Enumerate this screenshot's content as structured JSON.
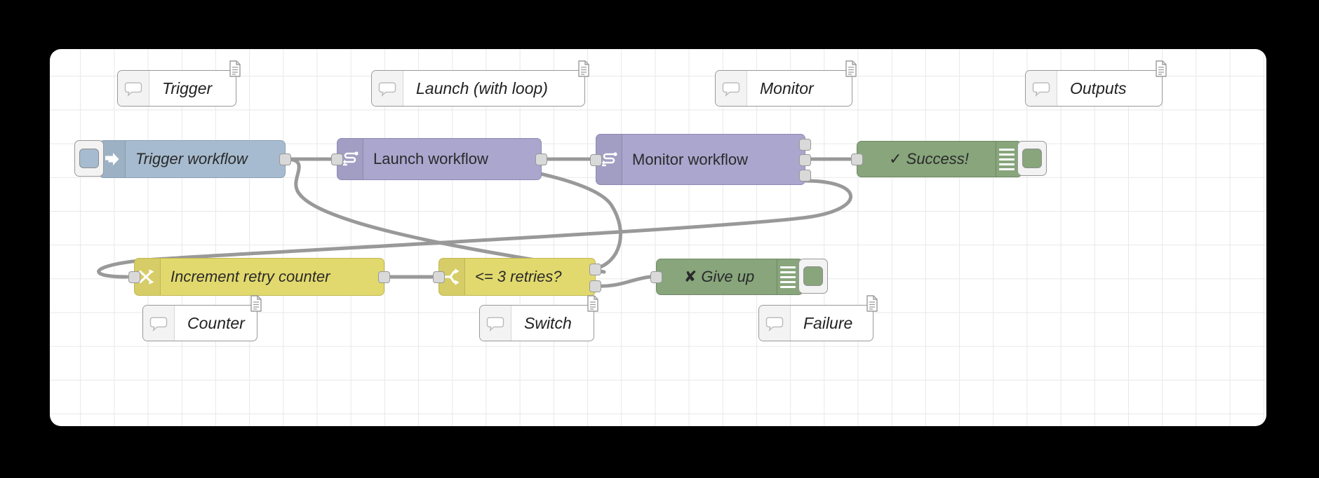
{
  "app": {
    "name": "Node-RED flow editor",
    "canvas_background": "#ffffff",
    "grid_color": "#e8e8e8",
    "wire_color": "#999999",
    "page_background": "#000000"
  },
  "palette": {
    "blue": "#a6bbcf",
    "purple": "#aaa6ce",
    "yellow": "#e2d96e",
    "green": "#88a57c",
    "port": "#d9d9d9",
    "border": "#999999"
  },
  "comments": [
    {
      "id": "comment-trigger",
      "label": "Trigger",
      "icon": "speech-bubble-icon"
    },
    {
      "id": "comment-launch",
      "label": "Launch (with loop)",
      "icon": "speech-bubble-icon"
    },
    {
      "id": "comment-monitor",
      "label": "Monitor",
      "icon": "speech-bubble-icon"
    },
    {
      "id": "comment-outputs",
      "label": "Outputs",
      "icon": "speech-bubble-icon"
    },
    {
      "id": "comment-counter",
      "label": "Counter",
      "icon": "speech-bubble-icon"
    },
    {
      "id": "comment-switch",
      "label": "Switch",
      "icon": "speech-bubble-icon"
    },
    {
      "id": "comment-failure",
      "label": "Failure",
      "icon": "speech-bubble-icon"
    }
  ],
  "nodes": [
    {
      "id": "node-trigger-workflow",
      "label": "Trigger workflow",
      "color": "#a6bbcf",
      "type": "http-in",
      "icon": "arrow-right-icon",
      "inputs": 0,
      "outputs": 1,
      "has_status_button": true,
      "italic": true
    },
    {
      "id": "node-launch-workflow",
      "label": "Launch workflow",
      "color": "#aaa6ce",
      "type": "subflow",
      "icon": "subflow-link-icon",
      "inputs": 1,
      "outputs": 1,
      "has_status_button": false,
      "italic": false
    },
    {
      "id": "node-monitor-workflow",
      "label": "Monitor workflow",
      "color": "#aaa6ce",
      "type": "subflow",
      "icon": "subflow-link-icon",
      "inputs": 1,
      "outputs": 3,
      "has_status_button": false,
      "italic": false
    },
    {
      "id": "node-success",
      "label": "✓ Success!",
      "color": "#88a57c",
      "type": "debug",
      "icon": "debug-stripes-icon",
      "inputs": 1,
      "outputs": 0,
      "has_status_button": true,
      "italic": true
    },
    {
      "id": "node-increment-retry-counter",
      "label": "Increment retry counter",
      "color": "#e2d96e",
      "type": "change",
      "icon": "swap-arrows-icon",
      "inputs": 1,
      "outputs": 1,
      "has_status_button": false,
      "italic": true
    },
    {
      "id": "node-retries-switch",
      "label": "<= 3 retries?",
      "color": "#e2d96e",
      "type": "switch",
      "icon": "branch-icon",
      "inputs": 1,
      "outputs": 2,
      "has_status_button": false,
      "italic": true
    },
    {
      "id": "node-give-up",
      "label": "✘ Give up",
      "color": "#88a57c",
      "type": "debug",
      "icon": "debug-stripes-icon",
      "inputs": 1,
      "outputs": 0,
      "has_status_button": true,
      "italic": true
    }
  ],
  "wires": [
    {
      "from": "node-trigger-workflow",
      "from_port": 0,
      "to": "node-launch-workflow"
    },
    {
      "from": "node-launch-workflow",
      "from_port": 0,
      "to": "node-monitor-workflow"
    },
    {
      "from": "node-monitor-workflow",
      "from_port": 1,
      "to": "node-success"
    },
    {
      "from": "node-monitor-workflow",
      "from_port": 2,
      "to": "node-increment-retry-counter"
    },
    {
      "from": "node-trigger-workflow",
      "from_port": 0,
      "to": "node-retries-switch"
    },
    {
      "from": "node-increment-retry-counter",
      "from_port": 0,
      "to": "node-retries-switch"
    },
    {
      "from": "node-retries-switch",
      "from_port": 0,
      "to": "node-launch-workflow"
    },
    {
      "from": "node-retries-switch",
      "from_port": 1,
      "to": "node-give-up"
    }
  ]
}
